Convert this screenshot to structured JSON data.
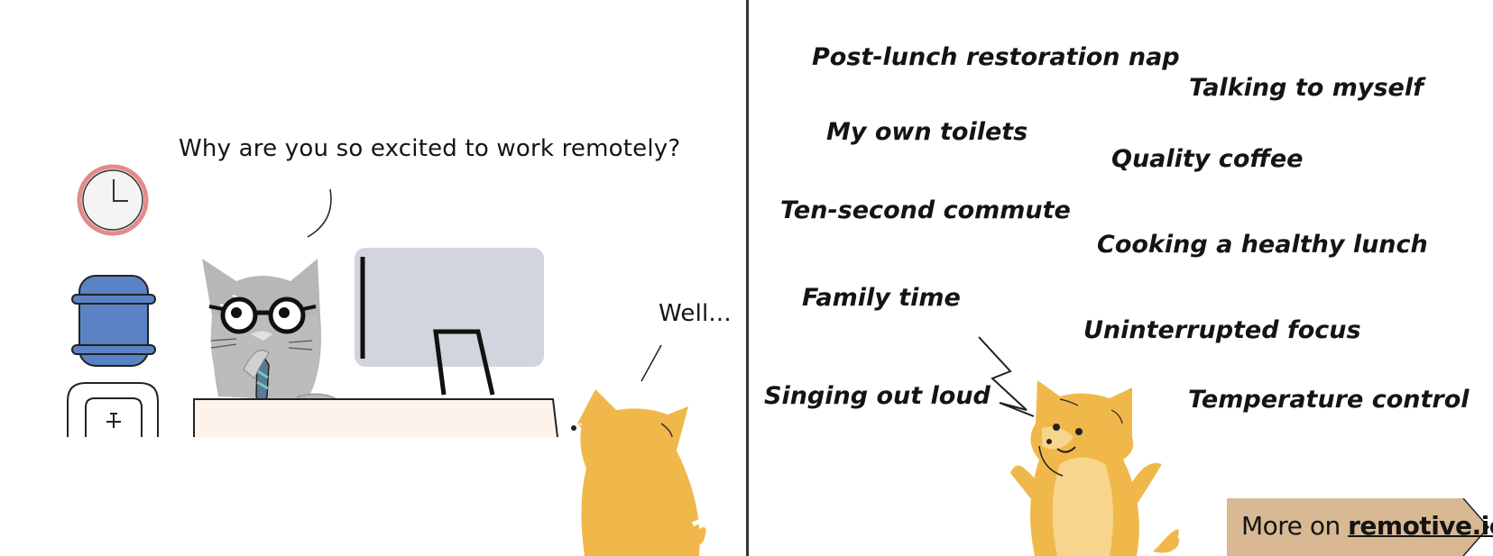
{
  "left_panel": {
    "question": "Why are you so excited to work remotely?",
    "answer": "Well..."
  },
  "right_panel": {
    "reasons": [
      "Post-lunch restoration nap",
      "Talking to myself",
      "My own toilets",
      "Quality coffee",
      "Ten-second commute",
      "Cooking a healthy lunch",
      "Family time",
      "Uninterrupted focus",
      "Singing out loud",
      "Temperature control"
    ]
  },
  "cta": {
    "prefix": "More on ",
    "link": "remotive.io"
  },
  "colors": {
    "dog": "#f0b84b",
    "dog_light": "#f8d58c",
    "cat": "#b7b7b7",
    "monitor": "#d2d4de",
    "water_cooler": "#5a82c4",
    "clock_ring": "#e48a8a",
    "desk": "#fdf3ea",
    "cta_bg": "#d8b994"
  }
}
